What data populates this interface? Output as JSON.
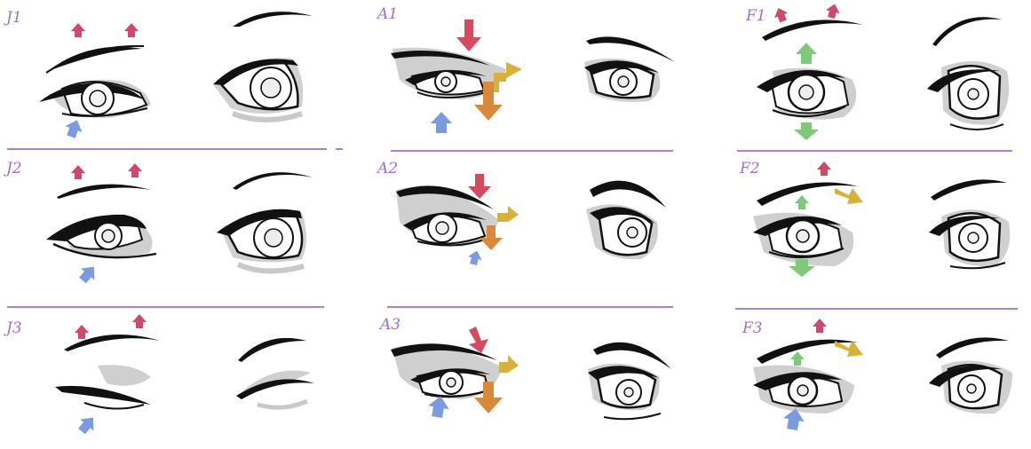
{
  "colors": {
    "background": "#ffffff",
    "ink": "#111111",
    "shadow": "#c9c9c9",
    "label": "#9b6fd6",
    "divider": "#a77fe0",
    "arrow_raise": "#d0486a",
    "arrow_lower_lid": "#7b9be0",
    "arrow_down": "#d44a5e",
    "arrow_side": "#d6b23a",
    "arrow_cheek": "#d9893a",
    "arrow_widen": "#7fc97a"
  },
  "panels": [
    {
      "label": "J1"
    },
    {
      "label": "J2"
    },
    {
      "label": "J3"
    },
    {
      "label": "A1"
    },
    {
      "label": "A2"
    },
    {
      "label": "A3"
    },
    {
      "label": "F1"
    },
    {
      "label": "F2"
    },
    {
      "label": "F3"
    }
  ]
}
